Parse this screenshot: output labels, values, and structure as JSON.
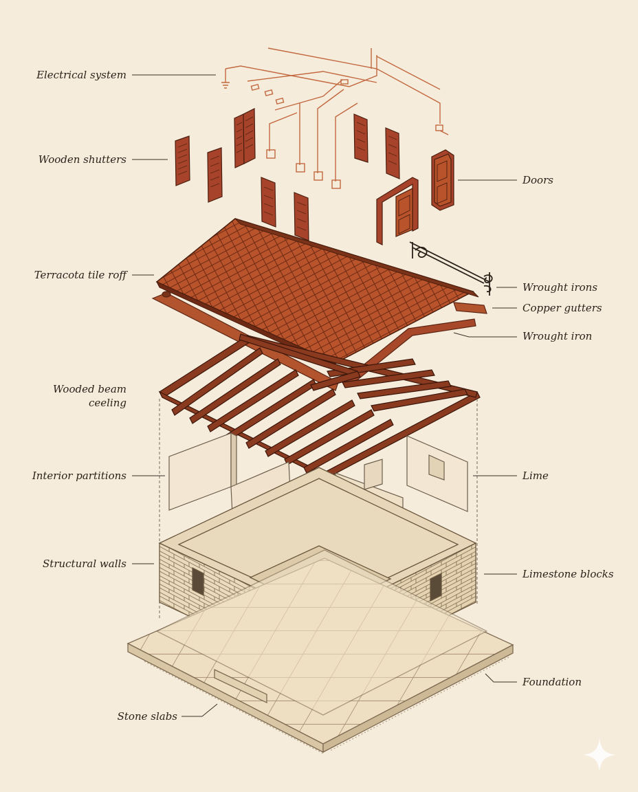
{
  "labels": {
    "electrical": "Electrical system",
    "shutters": "Wooden shutters",
    "doors": "Doors",
    "roof": "Terracota tile roff",
    "wrought_irons": "Wrought irons",
    "copper_gutters": "Copper gutters",
    "wrought_iron": "Wrought iron",
    "beam_ceiling_1": "Wooded beam",
    "beam_ceiling_2": "ceeling",
    "interior_partitions": "Interior partitions",
    "lime": "Lime",
    "structural_walls": "Structural walls",
    "limestone_blocks": "Limestone blocks",
    "foundation": "Foundation",
    "stone_slabs": "Stone slabs"
  },
  "colors": {
    "background": "#f6ecdc",
    "terracotta": "#b8532b",
    "wood": "#8a3a1f",
    "limestone": "#eadbbd",
    "plaster": "#f3e6d2",
    "copper_wire": "#c2683f",
    "ink": "#2a2119"
  },
  "icons": {
    "corner_mark": "sparkle-icon"
  }
}
